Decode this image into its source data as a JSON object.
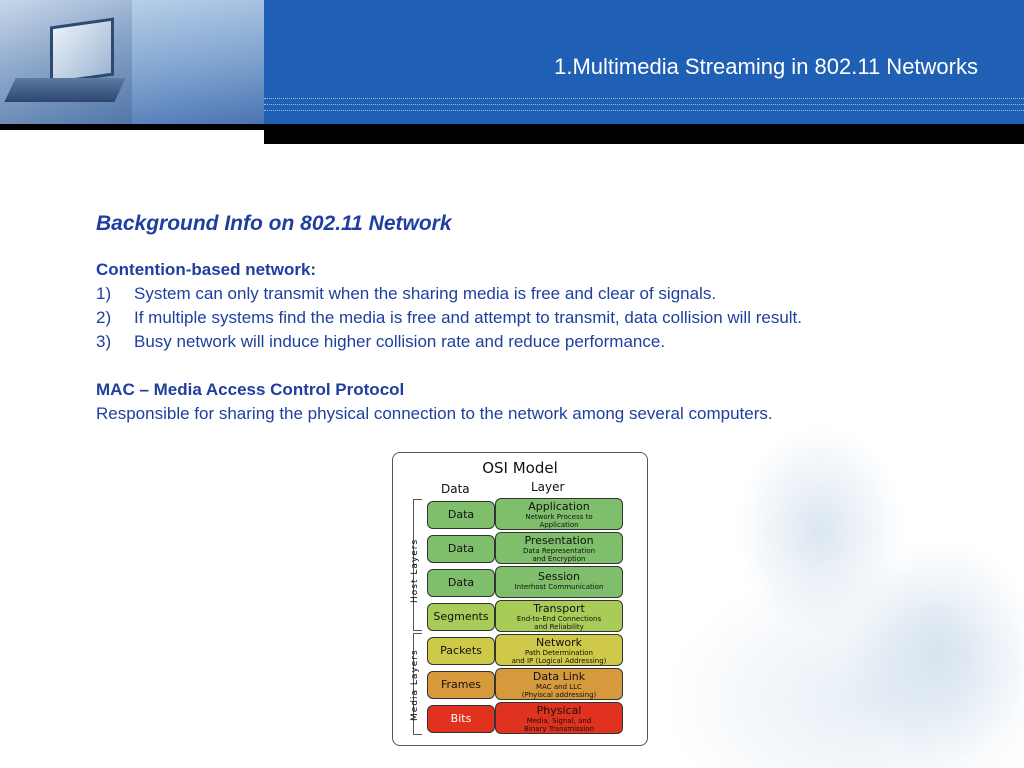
{
  "header": {
    "title": "1.Multimedia Streaming in 802.11 Networks"
  },
  "colors": {
    "title_bar": "#1f5fb4",
    "text": "#1f3fa0"
  },
  "content": {
    "heading": "Background Info on 802.11 Network",
    "section1": {
      "label": "Contention-based network:",
      "items": [
        {
          "num": "1)",
          "text": "System can only transmit when the sharing media is free and clear of signals."
        },
        {
          "num": "2)",
          "text": "If multiple systems find the media is free and attempt to transmit, data collision will result."
        },
        {
          "num": "3)",
          "text": "Busy network will induce higher collision rate and reduce performance."
        }
      ]
    },
    "section2": {
      "label": "MAC – Media Access Control Protocol",
      "text": "Responsible for sharing the physical connection to the network among several computers."
    }
  },
  "osi": {
    "title": "OSI Model",
    "col_data": "Data",
    "col_layer": "Layer",
    "host_label": "Host Layers",
    "media_label": "Media Layers",
    "rows": [
      {
        "data": "Data",
        "layer": "Application",
        "desc1": "Network Process to",
        "desc2": "Application"
      },
      {
        "data": "Data",
        "layer": "Presentation",
        "desc1": "Data Representation",
        "desc2": "and Encryption"
      },
      {
        "data": "Data",
        "layer": "Session",
        "desc1": "Interhost Communication",
        "desc2": ""
      },
      {
        "data": "Segments",
        "layer": "Transport",
        "desc1": "End-to-End Connections",
        "desc2": "and Reliability"
      },
      {
        "data": "Packets",
        "layer": "Network",
        "desc1": "Path Determination",
        "desc2": "and IP (Logical Addressing)"
      },
      {
        "data": "Frames",
        "layer": "Data Link",
        "desc1": "MAC and LLC",
        "desc2": "(Phyiscal addressing)"
      },
      {
        "data": "Bits",
        "layer": "Physical",
        "desc1": "Media, Signal, and",
        "desc2": "Binary Transmission"
      }
    ]
  }
}
